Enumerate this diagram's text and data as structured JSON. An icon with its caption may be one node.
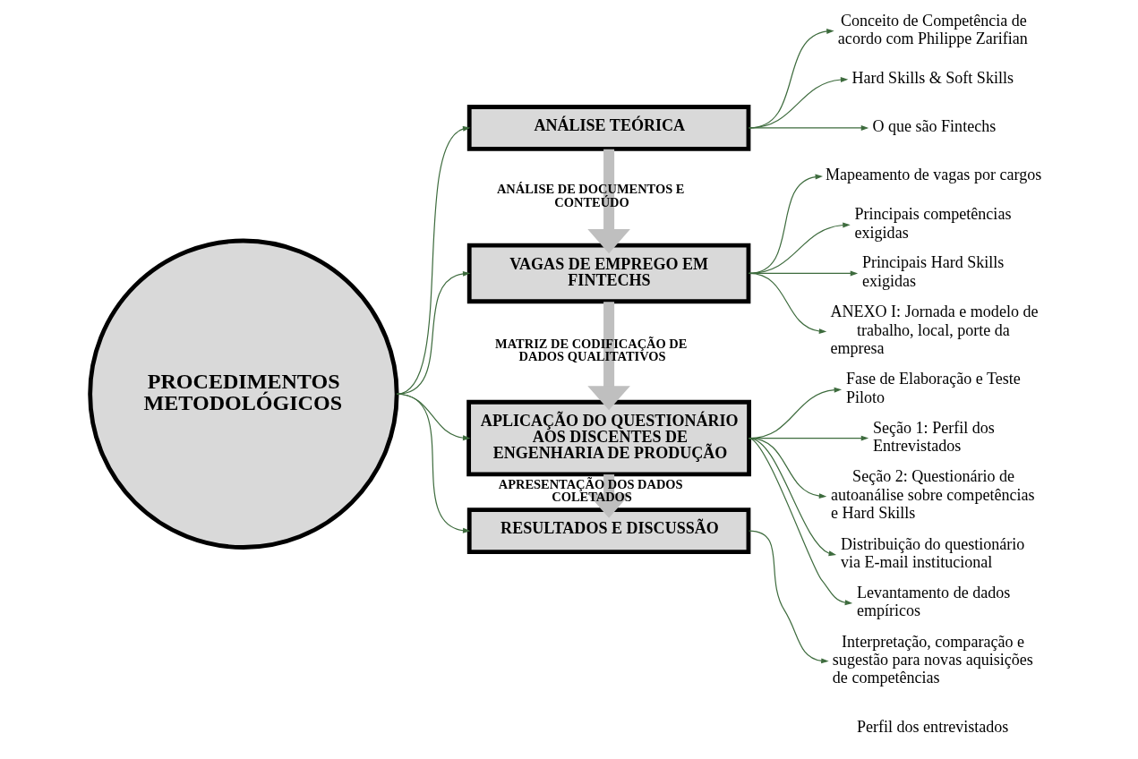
{
  "diagram": {
    "nodes": [
      {
        "text": [
          "PROCEDIMENTOS METODOLÓGICOS"
        ]
      },
      {
        "text": [
          "ANÁLISE TEÓRICA"
        ]
      },
      {
        "text": [
          "Conceito de Competência de acordo com Philippe Zarifian"
        ]
      },
      {
        "text": [
          "Hard Skills & Soft Skills"
        ]
      },
      {
        "text": [
          "O que são Fintechs"
        ]
      },
      {
        "text": [
          "VAGAS DE EMPREGO EM FINTECHS"
        ]
      },
      {
        "text": [
          "Mapeamento de vagas por cargos"
        ]
      },
      {
        "text": [
          "Principais competências exigidas"
        ]
      },
      {
        "text": [
          "Principais Hard Skills exigidas"
        ]
      },
      {
        "text": [
          "ANEXO I: Jornada e modelo de trabalho, local, porte da empresa"
        ]
      },
      {
        "text": [
          "APLICAÇÃO DO QUESTIONÁRIO AOS DISCENTES DE ENGENHARIA DE PRODUÇÃO"
        ]
      },
      {
        "text": [
          "Fase de Elaboração e Teste Piloto"
        ]
      },
      {
        "text": [
          "Seção 1: Perfil dos Entrevistados"
        ]
      },
      {
        "text": [
          "Seção 2: Questionário de autoanálise sobre competências e Hard Skills"
        ]
      },
      {
        "text": [
          "Distribuição do questionário via E-mail institucional"
        ]
      },
      {
        "text": [
          "Levantamento de dados empíricos"
        ]
      },
      {
        "text": [
          "RESULTADOS E DISCUSSÃO"
        ]
      },
      {
        "text": [
          "Interpretação, comparação e sugestão para novas aquisições de competências"
        ]
      }
    ],
    "edges": [
      {
        "from": 0,
        "to": 1,
        "arrow": "to"
      },
      {
        "from": 0,
        "to": 5,
        "arrow": "to"
      },
      {
        "from": 0,
        "to": 10,
        "arrow": "to"
      },
      {
        "from": 0,
        "to": 16,
        "arrow": "to"
      },
      {
        "from": 1,
        "to": 2,
        "arrow": "to"
      },
      {
        "from": 1,
        "to": 3,
        "arrow": "to"
      },
      {
        "from": 1,
        "to": 4,
        "arrow": "to"
      },
      {
        "from": 1,
        "to": 5,
        "arrow": "to",
        "label": "ANÁLISE DE DOCUMENTOS E CONTEÚDO",
        "style": "thick",
        "color": "#bfbfbf"
      },
      {
        "from": 5,
        "to": 6,
        "arrow": "to"
      },
      {
        "from": 5,
        "to": 7,
        "arrow": "to"
      },
      {
        "from": 5,
        "to": 8,
        "arrow": "to"
      },
      {
        "from": 5,
        "to": 9,
        "arrow": "to"
      },
      {
        "from": 5,
        "to": 10,
        "arrow": "to",
        "label": "MATRIZ DE CODIFICAÇÃO DE DADOS QUALITATIVOS",
        "style": "thick",
        "color": "#bfbfbf"
      },
      {
        "from": 10,
        "to": 11,
        "arrow": "to"
      },
      {
        "from": 10,
        "to": 12,
        "arrow": "to"
      },
      {
        "from": 10,
        "to": 13,
        "arrow": "to"
      },
      {
        "from": 10,
        "to": 14,
        "arrow": "to"
      },
      {
        "from": 10,
        "to": 15,
        "arrow": "to"
      },
      {
        "from": 10,
        "to": 16,
        "arrow": "to",
        "label": "APRESENTAÇÃO DOS DADOS COLETADOS",
        "style": "thick",
        "color": "#bfbfbf"
      },
      {
        "from": 16,
        "to": 17,
        "arrow": "to"
      }
    ],
    "labels": [
      "Perfil dos entrevistados"
    ]
  }
}
